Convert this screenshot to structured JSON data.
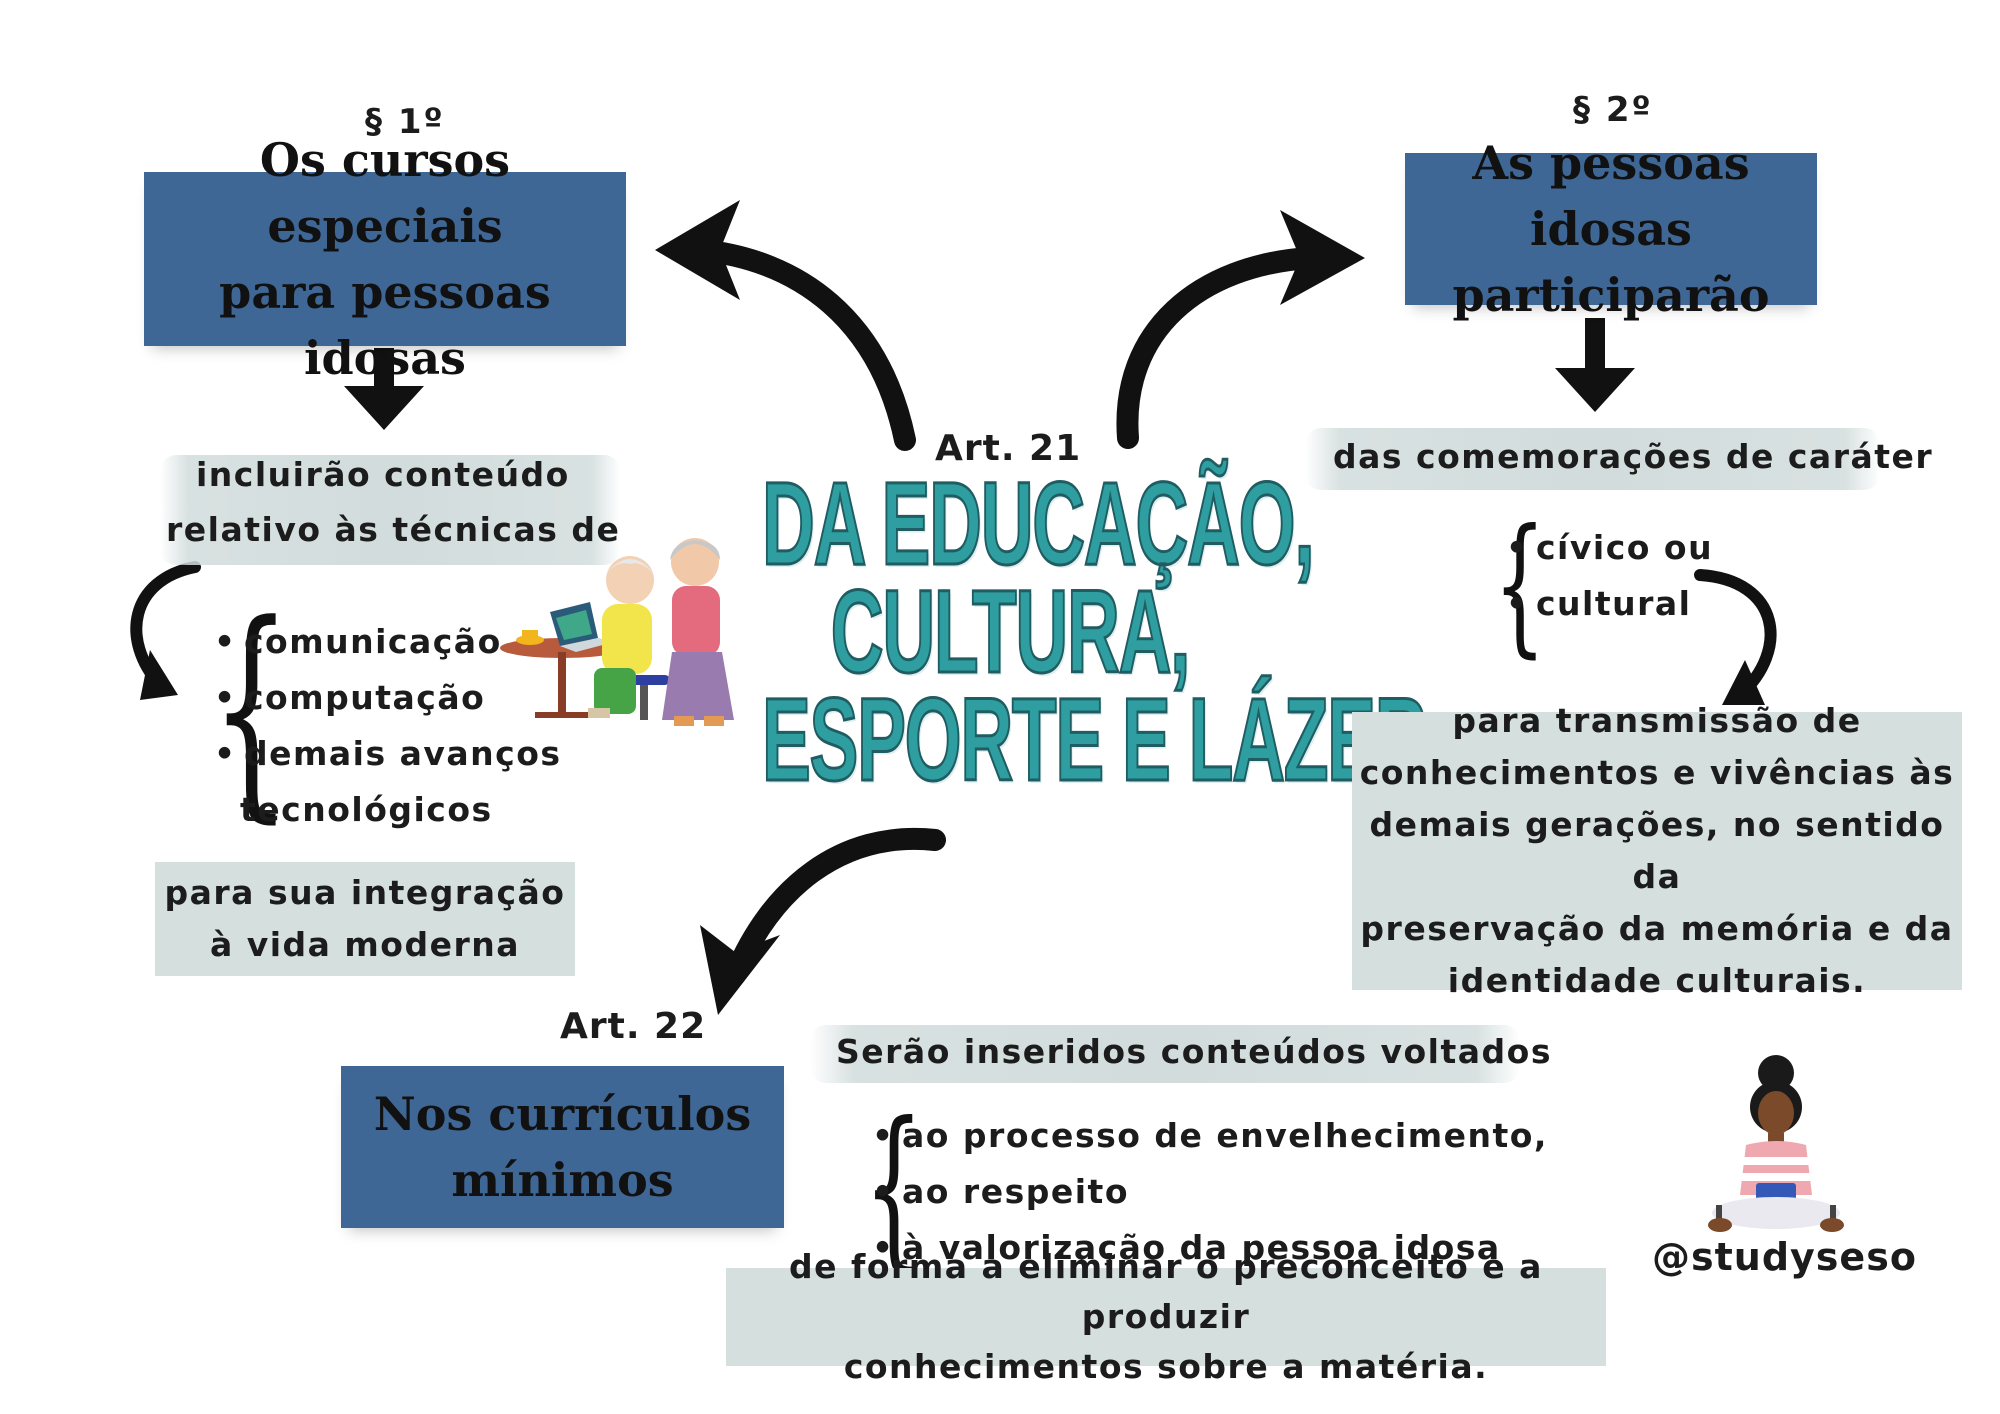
{
  "center": {
    "art_label": "Art. 21",
    "title_lines": [
      "DA EDUCAÇÃO,",
      "CULTURA,",
      "ESPORTE E LÁZER"
    ]
  },
  "left_branch": {
    "section_label": "§ 1º",
    "box_lines": [
      "Os cursos especiais",
      "para pessoas idosas"
    ],
    "intro_lines": [
      "incluirão conteúdo",
      "relativo às técnicas de"
    ],
    "items": [
      "comunicação",
      "computação",
      "demais avanços",
      "tecnológicos"
    ],
    "result_lines": [
      "para sua integração",
      "à vida moderna"
    ]
  },
  "right_branch": {
    "section_label": "§ 2º",
    "box_lines": [
      "As pessoas idosas",
      "participarão"
    ],
    "intro_line": "das comemorações de caráter",
    "items": [
      "cívico ou",
      "cultural"
    ],
    "result_lines": [
      "para transmissão de",
      "conhecimentos e vivências às",
      "demais gerações, no sentido da",
      "preservação da memória e da",
      "identidade culturais."
    ]
  },
  "bottom_branch": {
    "art_label": "Art. 22",
    "box_lines": [
      "Nos currículos",
      "mínimos"
    ],
    "intro_line": "Serão inseridos conteúdos voltados",
    "items": [
      "ao processo de envelhecimento,",
      "ao respeito",
      "à valorização da pessoa idosa"
    ],
    "result_lines": [
      "de forma a eliminar o preconceito e a produzir",
      "conhecimentos sobre a matéria."
    ]
  },
  "footer": {
    "handle": "@studyseso"
  },
  "colors": {
    "blue_box": "#3f6796",
    "gray_box": "#d4dfde",
    "title_fill": "#2f9ea0",
    "title_stroke": "#1f5d63"
  },
  "icons": [
    "curved-arrow-icon",
    "down-arrow-icon",
    "elderly-couple-illustration",
    "student-girl-illustration"
  ]
}
